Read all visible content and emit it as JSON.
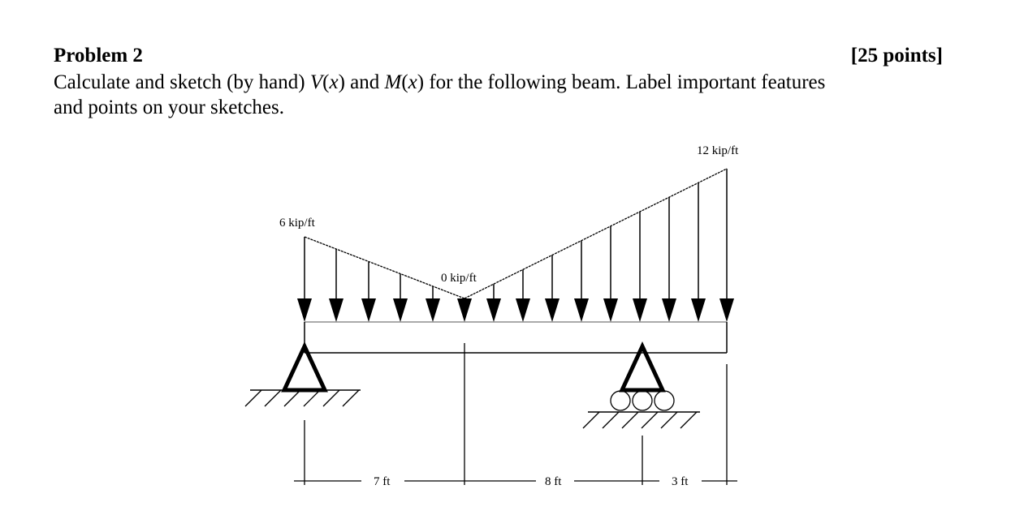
{
  "problem": {
    "title": "Problem 2",
    "points": "[25 points]",
    "text_part1": "Calculate and sketch (by hand) ",
    "V": "V",
    "M": "M",
    "x": "x",
    "text_part2": " and ",
    "text_part3": " for the following beam. Label important features",
    "text_line2": "and points on your sketches."
  },
  "diagram": {
    "load_left_label": "6 kip/ft",
    "load_mid_label": "0 kip/ft",
    "load_right_label": "12 kip/ft",
    "dim_1": "7 ft",
    "dim_2": "8 ft",
    "dim_3": "3 ft",
    "supports": [
      "pin",
      "roller"
    ],
    "loads": {
      "at_0ft": 6,
      "at_5ft": 0,
      "at_18ft": 12,
      "units": "kip/ft"
    }
  }
}
